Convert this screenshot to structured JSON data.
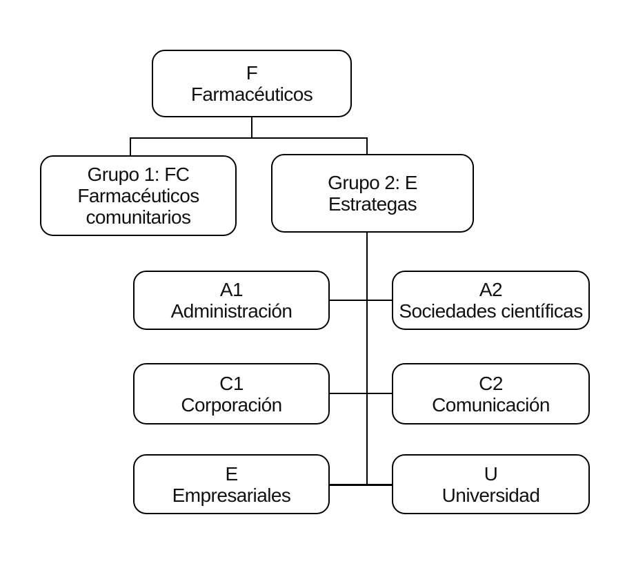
{
  "colors": {
    "background": "#ffffff",
    "line": "#000000",
    "text": "#111111"
  },
  "org_chart": {
    "nodes": {
      "root": {
        "lines": [
          "F",
          "Farmacéuticos"
        ]
      },
      "group1": {
        "lines": [
          "Grupo 1: FC",
          "Farmacéuticos",
          "comunitarios"
        ]
      },
      "group2": {
        "lines": [
          "Grupo 2: E",
          "Estrategas"
        ]
      },
      "a1": {
        "lines": [
          "A1",
          "Administración"
        ]
      },
      "a2": {
        "lines": [
          "A2",
          "Sociedades científicas"
        ]
      },
      "c1": {
        "lines": [
          "C1",
          "Corporación"
        ]
      },
      "c2": {
        "lines": [
          "C2",
          "Comunicación"
        ]
      },
      "e": {
        "lines": [
          "E",
          "Empresariales"
        ]
      },
      "u": {
        "lines": [
          "U",
          "Universidad"
        ]
      }
    },
    "hierarchy": {
      "root": "root",
      "children_of_root": [
        "group1",
        "group2"
      ],
      "children_of_group2": [
        "a1",
        "a2",
        "c1",
        "c2",
        "e",
        "u"
      ]
    }
  }
}
